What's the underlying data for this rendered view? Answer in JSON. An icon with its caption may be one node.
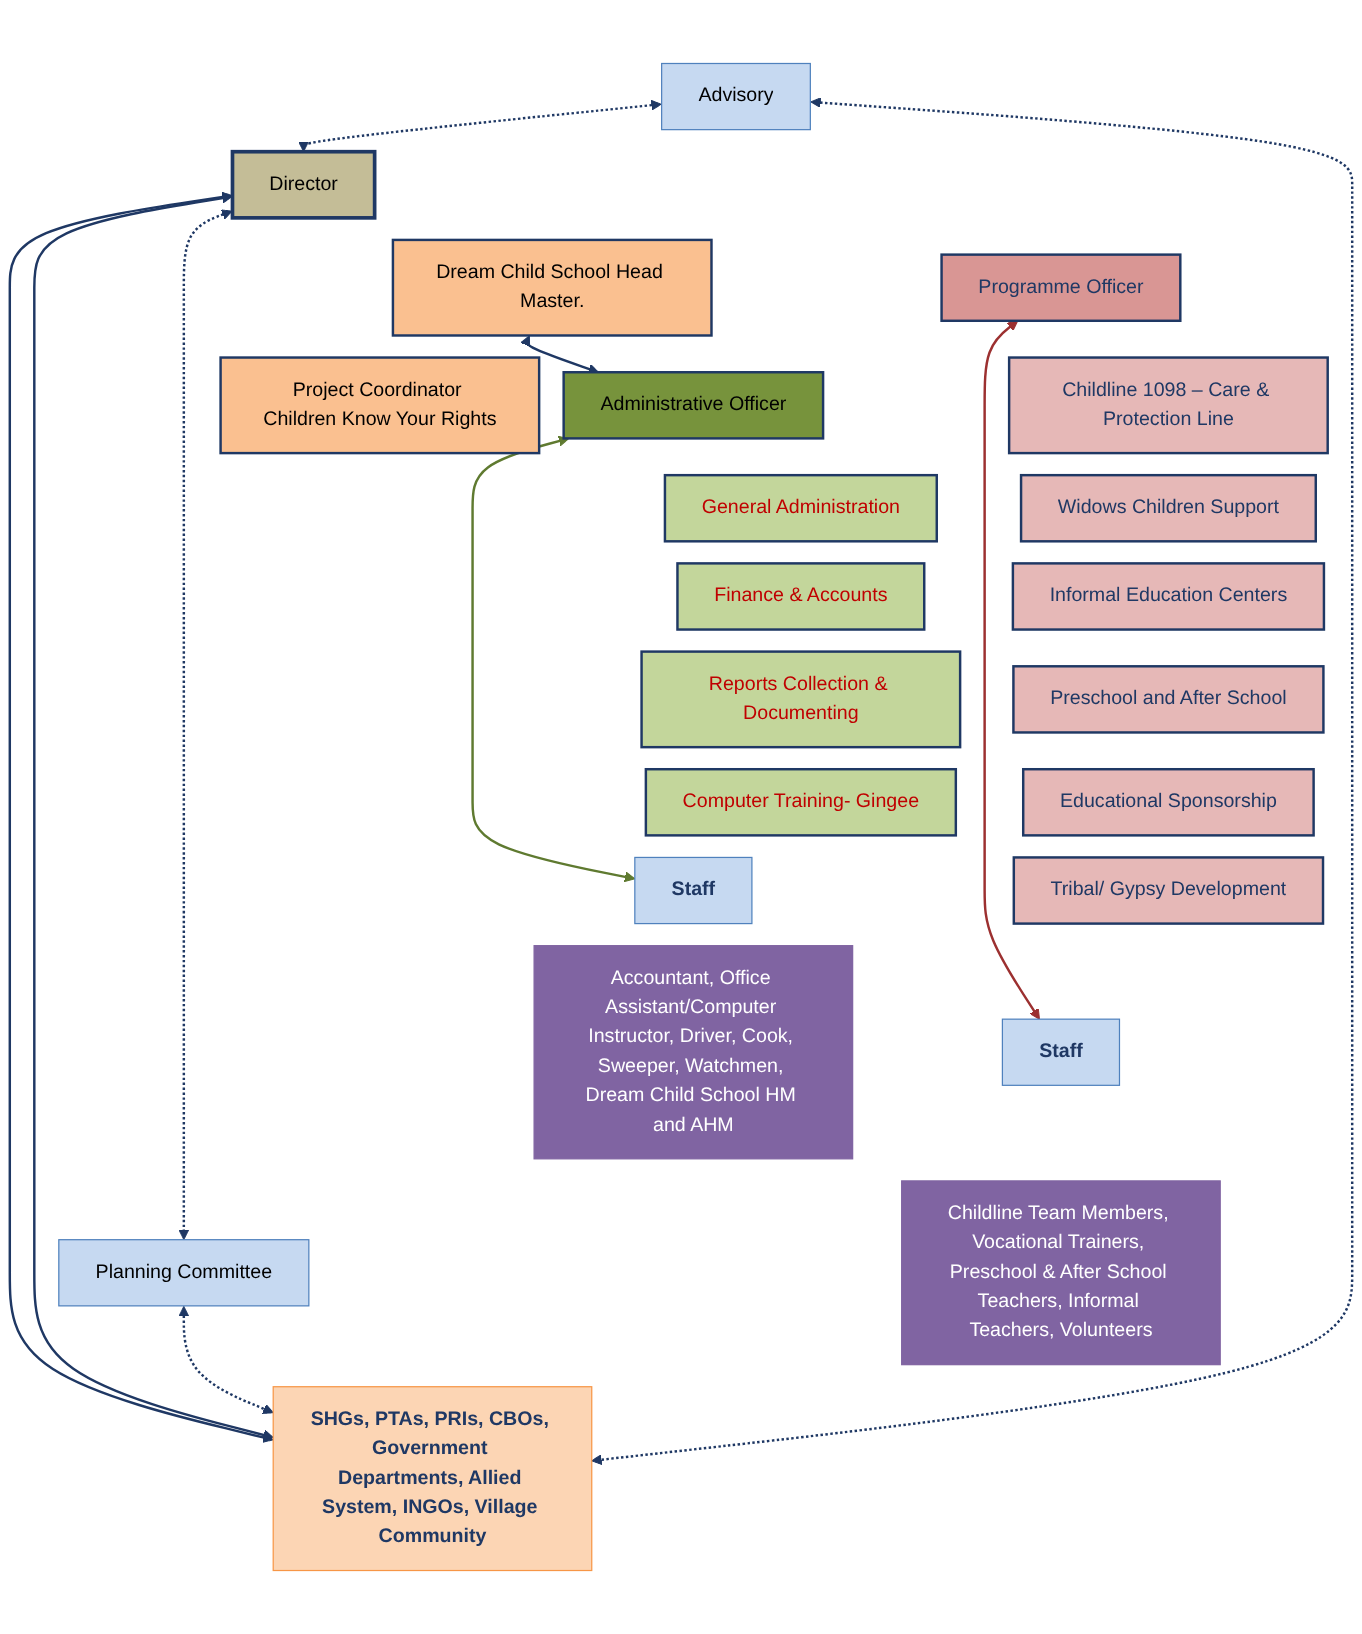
{
  "diagram": {
    "nodes": [
      {
        "text": [
          "Director"
        ]
      },
      {
        "text": [
          "Advisory"
        ]
      },
      {
        "text": [
          "Planning Committee"
        ]
      },
      {
        "text": [
          "Dream Child School Head Master."
        ]
      },
      {
        "text": [
          "Project Coordinator Children Know Your Rights"
        ]
      },
      {
        "text": [
          "Programme Officer"
        ]
      },
      {
        "text": [
          "Administrative Officer"
        ]
      },
      {
        "text": [
          "Childline 1098 – Care & Protection Line"
        ]
      },
      {
        "text": [
          "General Administration"
        ]
      },
      {
        "text": [
          "Widows Children Support"
        ]
      },
      {
        "text": [
          "Finance & Accounts"
        ]
      },
      {
        "text": [
          "Informal Education Centers"
        ]
      },
      {
        "text": [
          "Reports Collection & Documenting"
        ]
      },
      {
        "text": [
          "Preschool and After School"
        ]
      },
      {
        "text": [
          "Computer Training- Gingee"
        ]
      },
      {
        "text": [
          "Educational Sponsorship"
        ]
      },
      {
        "text": [
          "Tribal/ Gypsy Development"
        ]
      },
      {
        "text": [
          "Staff"
        ]
      },
      {
        "text": [
          "Staff"
        ]
      },
      {
        "text": [
          "Childline Team Members, Vocational Trainers, Preschool & After School Teachers, Informal Teachers, Volunteers"
        ]
      },
      {
        "text": [
          "Accountant, Office Assistant/Computer Instructor, Driver, Cook, Sweeper, Watchmen, Dream Child School HM and AHM"
        ]
      },
      {
        "text": [
          "SHGs, PTAs, PRIs, CBOs, Government Departments, Allied System, INGOs, Village Community"
        ]
      }
    ],
    "edges": [
      {
        "from": 0,
        "to": 21,
        "arrow": "both"
      },
      {
        "from": 0,
        "to": 21,
        "arrow": "both"
      },
      {
        "from": 1,
        "to": 0,
        "arrow": "both",
        "style": "dashed"
      },
      {
        "from": 1,
        "to": 21,
        "arrow": "both",
        "style": "dashed"
      },
      {
        "from": 0,
        "to": 2,
        "arrow": "both",
        "style": "dashed"
      },
      {
        "from": 2,
        "to": 21,
        "arrow": "both",
        "style": "dashed"
      },
      {
        "from": 3,
        "to": 6,
        "arrow": "both"
      },
      {
        "from": 5,
        "to": 17,
        "arrow": "both",
        "color": "#9c3030"
      },
      {
        "from": 6,
        "to": 18,
        "arrow": "both",
        "color": "#5f7a30"
      }
    ]
  }
}
